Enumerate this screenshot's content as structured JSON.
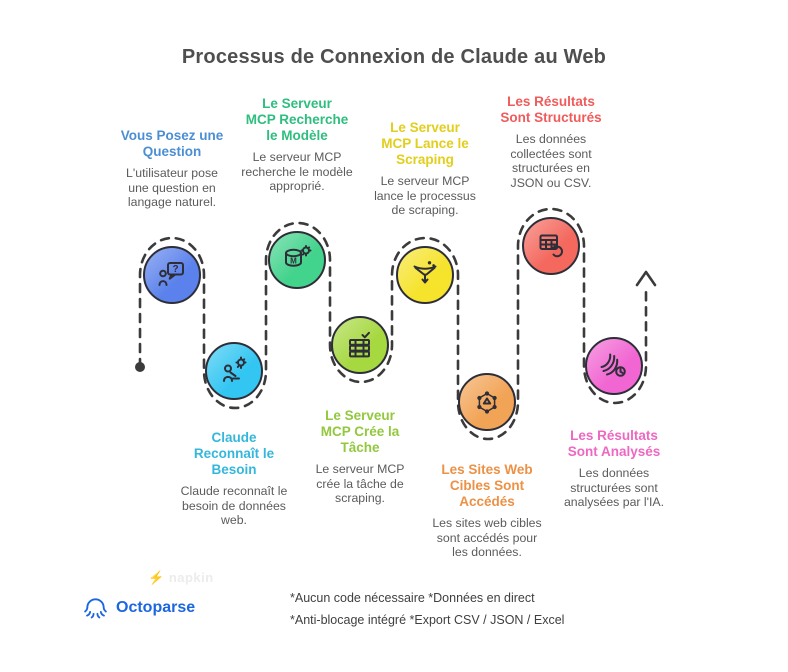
{
  "title": "Processus de Connexion de Claude au Web",
  "watermark": "napkin",
  "steps": [
    {
      "heading": "Vous Posez une Question",
      "body": "L'utilisateur pose une question en langage naturel.",
      "color": "#4a8fd4",
      "circle": "#5b82ec",
      "icon": "person-question-icon"
    },
    {
      "heading": "Claude Reconnaît le Besoin",
      "body": "Claude reconnaît le besoin de données web.",
      "color": "#35b7dc",
      "circle": "#33c6f2",
      "icon": "person-gear-icon"
    },
    {
      "heading": "Le Serveur MCP Recherche le Modèle",
      "body": "Le serveur MCP recherche le modèle approprié.",
      "color": "#2ebe7e",
      "circle": "#42d38c",
      "icon": "database-gear-icon"
    },
    {
      "heading": "Le Serveur MCP Crée la Tâche",
      "body": "Le serveur MCP crée la tâche de scraping.",
      "color": "#92c83e",
      "circle": "#a6d840",
      "icon": "server-check-icon"
    },
    {
      "heading": "Le Serveur MCP Lance le Scraping",
      "body": "Le serveur MCP lance le processus de scraping.",
      "color": "#e2ce1b",
      "circle": "#f6e32c",
      "icon": "funnel-icon"
    },
    {
      "heading": "Les Sites Web Cibles Sont Accédés",
      "body": "Les sites web cibles sont accédés pour les données.",
      "color": "#ec9145",
      "circle": "#f2a456",
      "icon": "network-nodes-icon"
    },
    {
      "heading": "Les Résultats Sont Structurés",
      "body": "Les données collectées sont structurées en JSON ou CSV.",
      "color": "#f05b5b",
      "circle": "#f4685e",
      "icon": "table-sync-icon"
    },
    {
      "heading": "Les Résultats Sont Analysés",
      "body": "Les données structurées sont analysées par l'IA.",
      "color": "#ee67c2",
      "circle": "#f166d2",
      "icon": "brain-clock-icon"
    }
  ],
  "footer": {
    "brand": "Octoparse",
    "notes_line1": "*Aucun code nécessaire  *Données en direct",
    "notes_line2": "*Anti-blocage intégré   *Export CSV / JSON / Excel"
  }
}
